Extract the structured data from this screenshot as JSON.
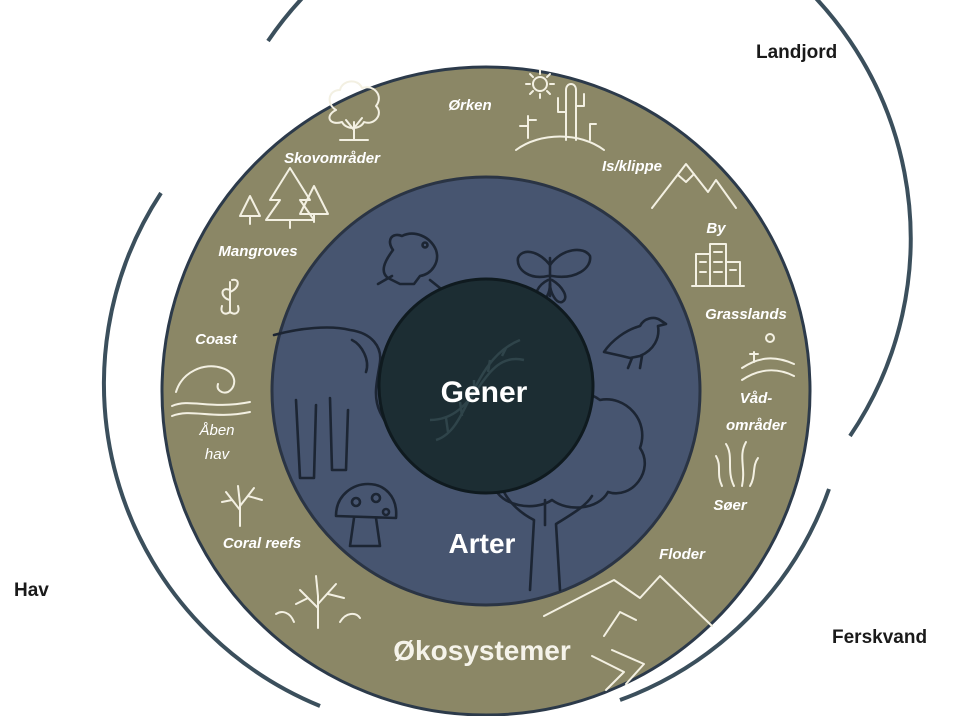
{
  "realms": {
    "land": "Landjord",
    "sea": "Hav",
    "freshwater": "Ferskvand"
  },
  "levels": {
    "genes": "Gener",
    "species": "Arter",
    "ecosystems": "Økosystemer"
  },
  "ecosystems": {
    "desert": "Ørken",
    "forests": "Skovområder",
    "ice_cliff": "Is/klippe",
    "city": "By",
    "mangroves": "Mangroves",
    "grasslands": "Grasslands",
    "coast": "Coast",
    "wetlands_1": "Våd-",
    "wetlands_2": "områder",
    "open_sea_1": "Åben",
    "open_sea_2": "hav",
    "lakes": "Søer",
    "coral_reefs": "Coral reefs",
    "rivers": "Floder"
  },
  "colors": {
    "ring": "#8b8766",
    "species_disc": "#475570",
    "genes_disc": "#1c2d33",
    "outer_arcs": "#3b4f5c"
  }
}
